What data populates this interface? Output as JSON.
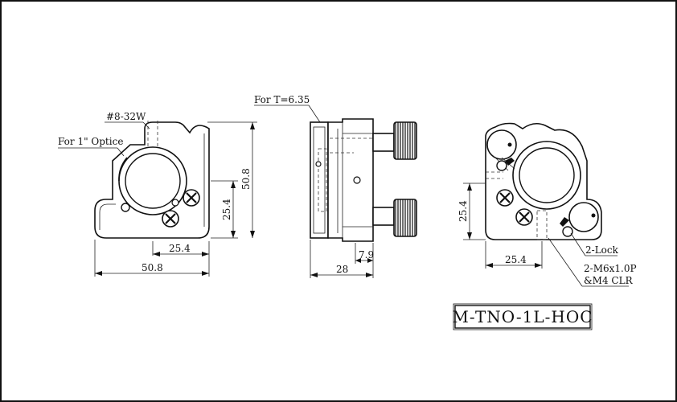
{
  "front_view": {
    "thread_label": "#8-32W",
    "optic_label": "For 1\" Optice",
    "dim_height": "50.8",
    "dim_half_height": "25.4",
    "dim_half_width": "25.4",
    "dim_width": "50.8"
  },
  "side_view": {
    "thickness_label": "For T=6.35",
    "dim_depth": "28",
    "dim_offset": "7.9"
  },
  "rear_view": {
    "dim_height": "25.4",
    "dim_width": "25.4",
    "lock_label": "2-Lock",
    "mount_label_line1": "2-M6x1.0P",
    "mount_label_line2": "&M4 CLR"
  },
  "model_number": "M-TNO-1L-HOC"
}
